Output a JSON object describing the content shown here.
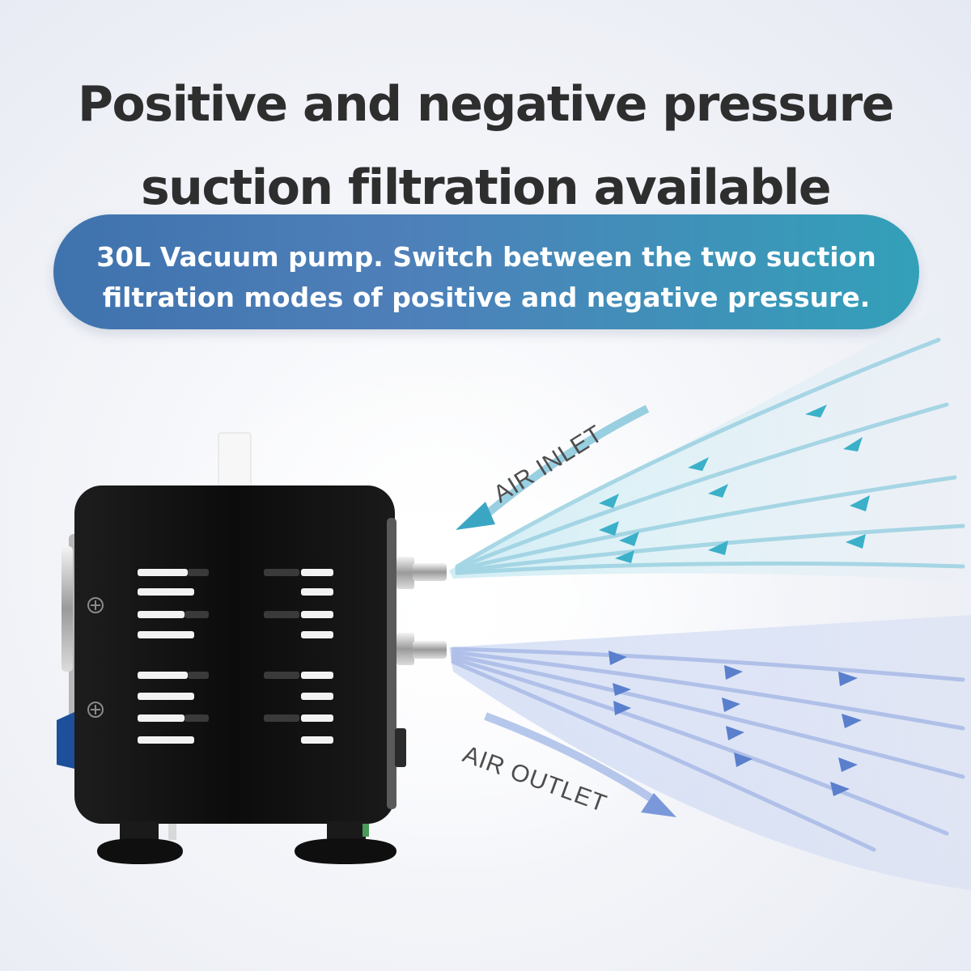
{
  "headline": {
    "line1": "Positive and negative pressure",
    "line2": "suction filtration available"
  },
  "banner": {
    "line1": "30L Vacuum pump. Switch between the two suction",
    "line2": "filtration modes of positive and negative pressure."
  },
  "labels": {
    "inlet": "AIR INLET",
    "outlet": "AIR OUTLET"
  },
  "colors": {
    "headline": "#2e2e2e",
    "banner_start": "#3f73ad",
    "banner_end": "#33a0b9",
    "inlet_flow": "#3bb0c9",
    "outlet_flow": "#6d8fd4",
    "pump_body": "#111111"
  },
  "icons": {
    "inlet_arrow": "arrow-left-icon",
    "outlet_arrow": "arrow-right-icon",
    "screw": "plus-screw-icon"
  }
}
